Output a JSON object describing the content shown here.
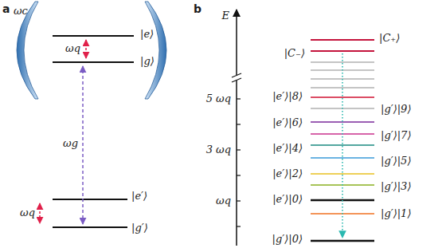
{
  "diagram": {
    "labels": [
      "a",
      "ωc",
      "|e⟩",
      "ωq",
      "|g⟩",
      "ωg",
      "|e′⟩",
      "ωq",
      "|g′⟩",
      "b",
      "E",
      "|C₊⟩",
      "|C₋⟩",
      "5 ωq",
      "|e′⟩|8⟩",
      "|g′⟩|9⟩",
      "|e′⟩|6⟩",
      "|g′⟩|7⟩",
      "3 ωq",
      "|e′⟩|4⟩",
      "|g′⟩|5⟩",
      "|e′⟩|2⟩",
      "|g′⟩|3⟩",
      "ωq",
      "|e′⟩|0⟩",
      "|g′⟩|1⟩",
      "|g′⟩|0⟩"
    ]
  }
}
